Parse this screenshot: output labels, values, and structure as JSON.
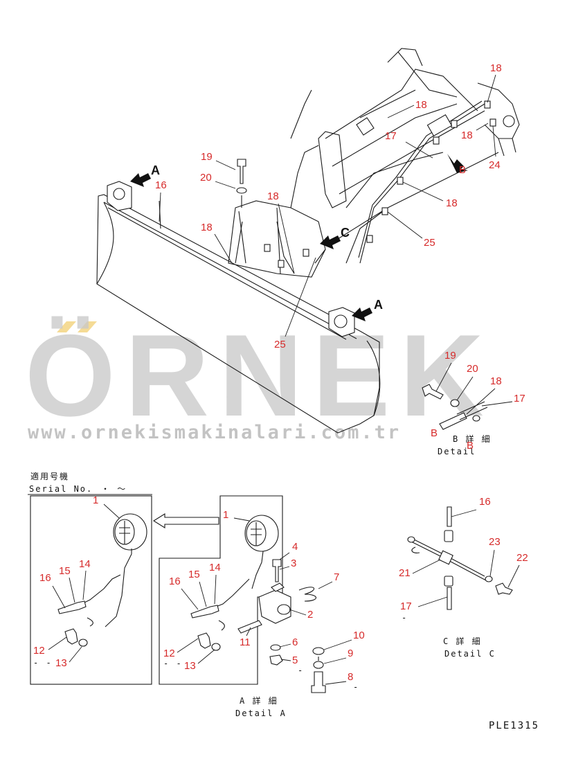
{
  "watermark": {
    "brand": "ÖRNEK",
    "url": "www.ornekismakinalari.com.tr",
    "accent_color": "#f2d27a"
  },
  "part_code": "PLE1315",
  "view_markers": {
    "A": "A",
    "B": "B",
    "C": "C"
  },
  "serial_block": {
    "jp_label": "適用号機",
    "en_label": "Serial No.",
    "range": "・ 〜"
  },
  "details": {
    "B": {
      "jp": "B 詳 細",
      "en": "Detail",
      "marker": "B"
    },
    "A": {
      "jp": "A 詳 細",
      "en": "Detail A"
    },
    "C": {
      "jp": "C 詳 細",
      "en": "Detail C"
    }
  },
  "callouts": {
    "main": [
      "16",
      "19",
      "20",
      "18",
      "18",
      "18",
      "17",
      "18",
      "18",
      "24",
      "18",
      "25",
      "25"
    ],
    "detail_b": [
      "19",
      "20",
      "18",
      "17"
    ],
    "old_type": [
      "1",
      "16",
      "15",
      "14",
      "12",
      "13"
    ],
    "detail_a": [
      "1",
      "4",
      "3",
      "7",
      "16",
      "15",
      "14",
      "2",
      "11",
      "6",
      "12",
      "5",
      "13",
      "10",
      "9",
      "8"
    ],
    "detail_c": [
      "16",
      "23",
      "22",
      "21",
      "17"
    ]
  },
  "dash_marks": {
    "d1": "-",
    "d2": "-",
    "d3": "-",
    "d4": "- -",
    "d5": "- -"
  },
  "colors": {
    "callout": "#d62a2a",
    "line": "#1a1a1a",
    "watermark": "#c8c8c8"
  }
}
